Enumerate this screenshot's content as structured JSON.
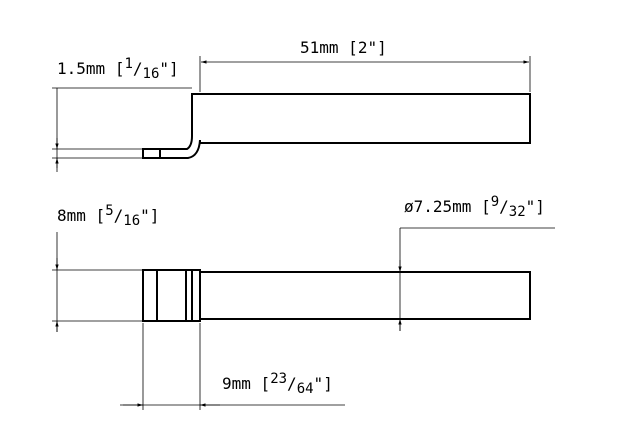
{
  "dimensions": {
    "tab_thickness": {
      "metric": "1.5mm",
      "imperial_num": "1",
      "imperial_den": "16",
      "inch": "\""
    },
    "length": {
      "metric": "51mm",
      "imperial": "2\""
    },
    "head_height": {
      "metric": "8mm",
      "imperial_num": "5",
      "imperial_den": "16",
      "inch": "\""
    },
    "shaft_diameter": {
      "symbol": "ø",
      "metric": "7.25mm",
      "imperial_num": "9",
      "imperial_den": "32",
      "inch": "\""
    },
    "head_width": {
      "metric": "9mm",
      "imperial_num": "23",
      "imperial_den": "64",
      "inch": "\""
    }
  },
  "colors": {
    "line": "#000000",
    "background": "#ffffff"
  }
}
